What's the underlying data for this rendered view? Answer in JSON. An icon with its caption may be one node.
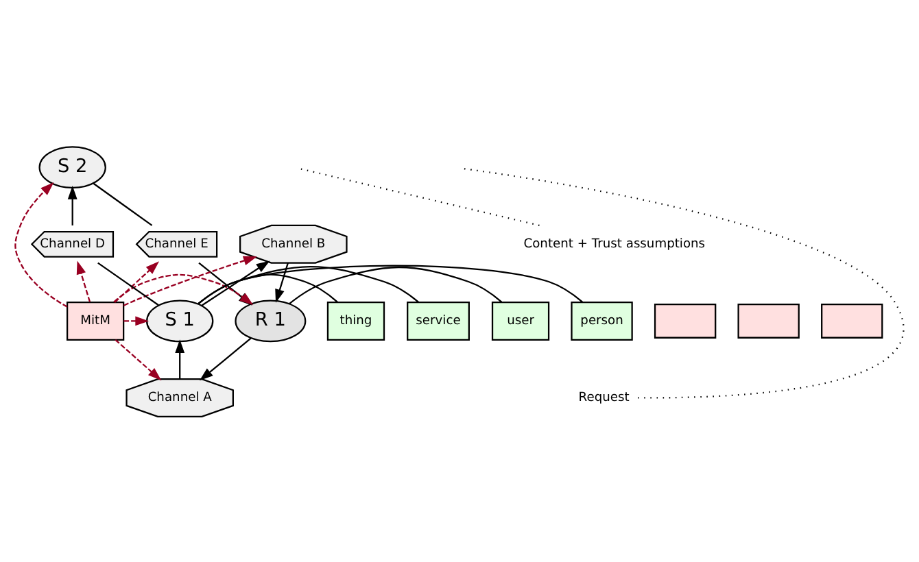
{
  "diagram": {
    "nodes": [
      {
        "text": [
          "S 2"
        ]
      },
      {
        "text": [
          "Channel E"
        ]
      },
      {
        "text": [
          "Channel D"
        ]
      },
      {
        "text": [
          "Channel B"
        ]
      },
      {
        "text": [
          "Content + Trust assumptions"
        ]
      },
      {
        "text": [],
        "shape": "box"
      },
      {
        "text": [
          "thing"
        ]
      },
      {
        "text": [
          "user"
        ]
      },
      {
        "text": [
          "R 1"
        ]
      },
      {
        "text": [
          "MitM"
        ]
      },
      {
        "text": [
          "S 1"
        ]
      },
      {
        "text": [],
        "shape": "box"
      },
      {
        "text": [
          "person"
        ]
      },
      {
        "text": [],
        "shape": "box"
      },
      {
        "text": [
          "service"
        ]
      },
      {
        "text": [
          "Request"
        ]
      },
      {
        "text": [
          "Channel A"
        ]
      }
    ],
    "edges": [
      {
        "from": 0,
        "to": 1,
        "arrow": "none"
      },
      {
        "from": 1,
        "to": 8,
        "arrow": "to"
      },
      {
        "from": 10,
        "to": 2,
        "arrow": "none"
      },
      {
        "from": 2,
        "to": 0,
        "arrow": "to"
      },
      {
        "from": 3,
        "to": 8,
        "arrow": "to"
      },
      {
        "from": 10,
        "to": 3,
        "arrow": "to"
      },
      {
        "from": 8,
        "to": 16,
        "arrow": "to"
      },
      {
        "from": 16,
        "to": 10,
        "arrow": "to"
      },
      {
        "from": 7,
        "to": 8,
        "arrow": "none"
      },
      {
        "from": 10,
        "to": 6,
        "arrow": "none"
      },
      {
        "from": 10,
        "to": 12,
        "arrow": "none"
      },
      {
        "from": 10,
        "to": 14,
        "arrow": "none"
      },
      {
        "from": 9,
        "to": 0,
        "arrow": "to",
        "style": "dashed",
        "color": "#990022"
      },
      {
        "from": 9,
        "to": 1,
        "arrow": "to",
        "style": "dashed",
        "color": "#990022"
      },
      {
        "from": 9,
        "to": 3,
        "arrow": "to",
        "style": "dashed",
        "color": "#990022"
      },
      {
        "from": 9,
        "to": 2,
        "arrow": "to",
        "style": "dashed",
        "color": "#990022"
      },
      {
        "from": 9,
        "to": 8,
        "arrow": "to",
        "style": "dashed",
        "color": "#990022"
      },
      {
        "from": 9,
        "to": 10,
        "arrow": "to",
        "style": "dashed",
        "color": "#990022"
      },
      {
        "from": 9,
        "to": 16,
        "arrow": "to",
        "style": "dashed",
        "color": "#990022"
      },
      {
        "from": 4,
        "to": null,
        "arrow": "none",
        "style": "dashed"
      },
      {
        "from": 15,
        "to": null,
        "arrow": "none",
        "style": "dashed"
      }
    ]
  }
}
